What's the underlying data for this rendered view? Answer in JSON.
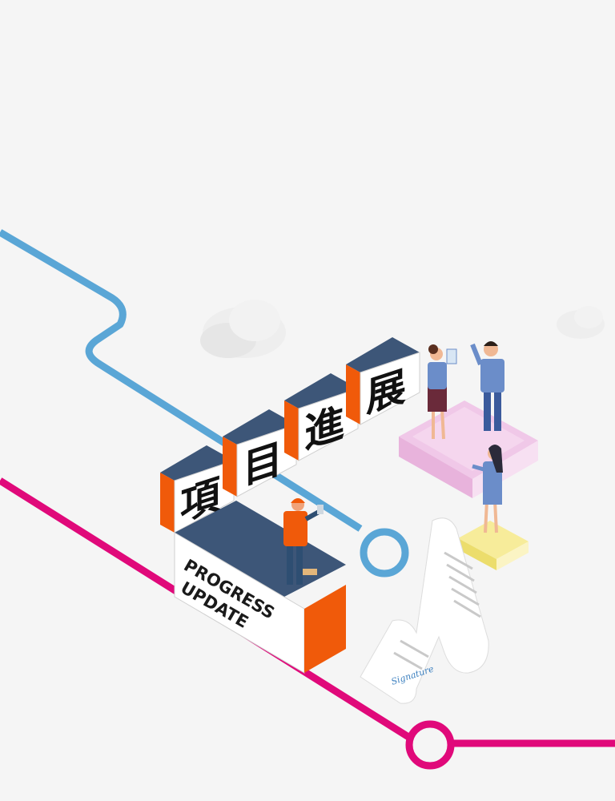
{
  "title_blocks": [
    {
      "char": "項"
    },
    {
      "char": "目"
    },
    {
      "char": "進"
    },
    {
      "char": "展"
    }
  ],
  "subtitle": {
    "line1": "PROGRESS",
    "line2": "UPDATE"
  },
  "document": {
    "signature": "Signature"
  },
  "colors": {
    "background": "#f5f5f5",
    "blue_line": "#5aa6d6",
    "magenta_line": "#e0097a",
    "block_top": "#3d5678",
    "block_side": "#f05a0a",
    "pink_platform": "#f0c8e8",
    "yellow_platform": "#f7ec9a"
  },
  "icons": [
    "cloud-icon",
    "worker-figure",
    "businesswoman-figure",
    "businessman-figure",
    "woman-figure",
    "scroll-document-icon"
  ]
}
